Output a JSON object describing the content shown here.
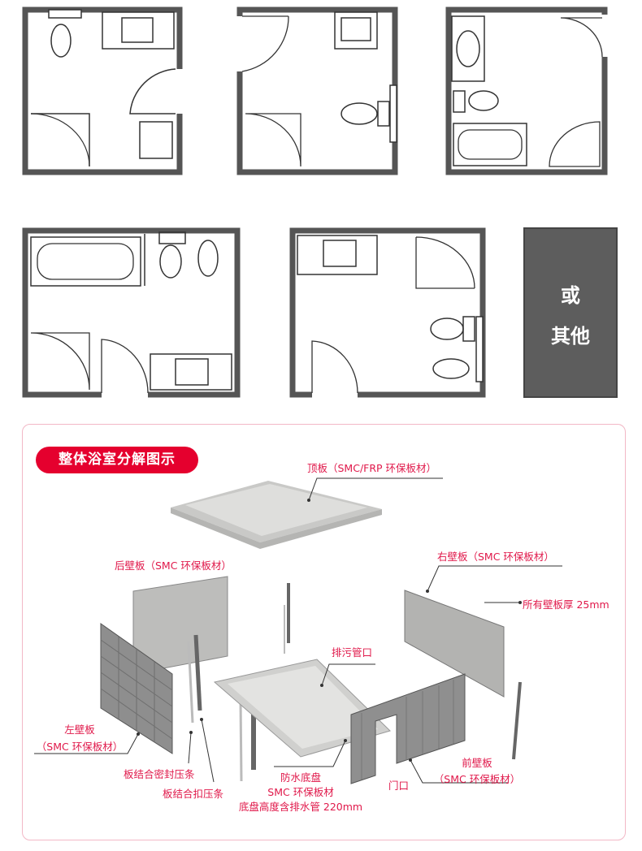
{
  "layouts": {
    "count": 5,
    "other_box": {
      "line1": "或",
      "line2": "其他"
    }
  },
  "diagram": {
    "title": "整体浴室分解图示",
    "labels": {
      "ceiling": "顶板（SMC/FRP 环保板材）",
      "back_wall": "后壁板（SMC 环保板材）",
      "right_wall": "右壁板（SMC 环保板材）",
      "thickness": "所有壁板厚 25mm",
      "drain": "排污管口",
      "left_wall_1": "左壁板",
      "left_wall_2": "（SMC 环保板材）",
      "seal_strip": "板结合密封压条",
      "clip_strip": "板结合扣压条",
      "base_1": "防水底盘",
      "base_2": "SMC 环保板材",
      "base_3": "底盘高度含排水管 220mm",
      "door": "门口",
      "front_wall_1": "前壁板",
      "front_wall_2": "（SMC 环保板材）"
    },
    "accent_color": "#e5002e",
    "label_color": "#e0184a"
  }
}
